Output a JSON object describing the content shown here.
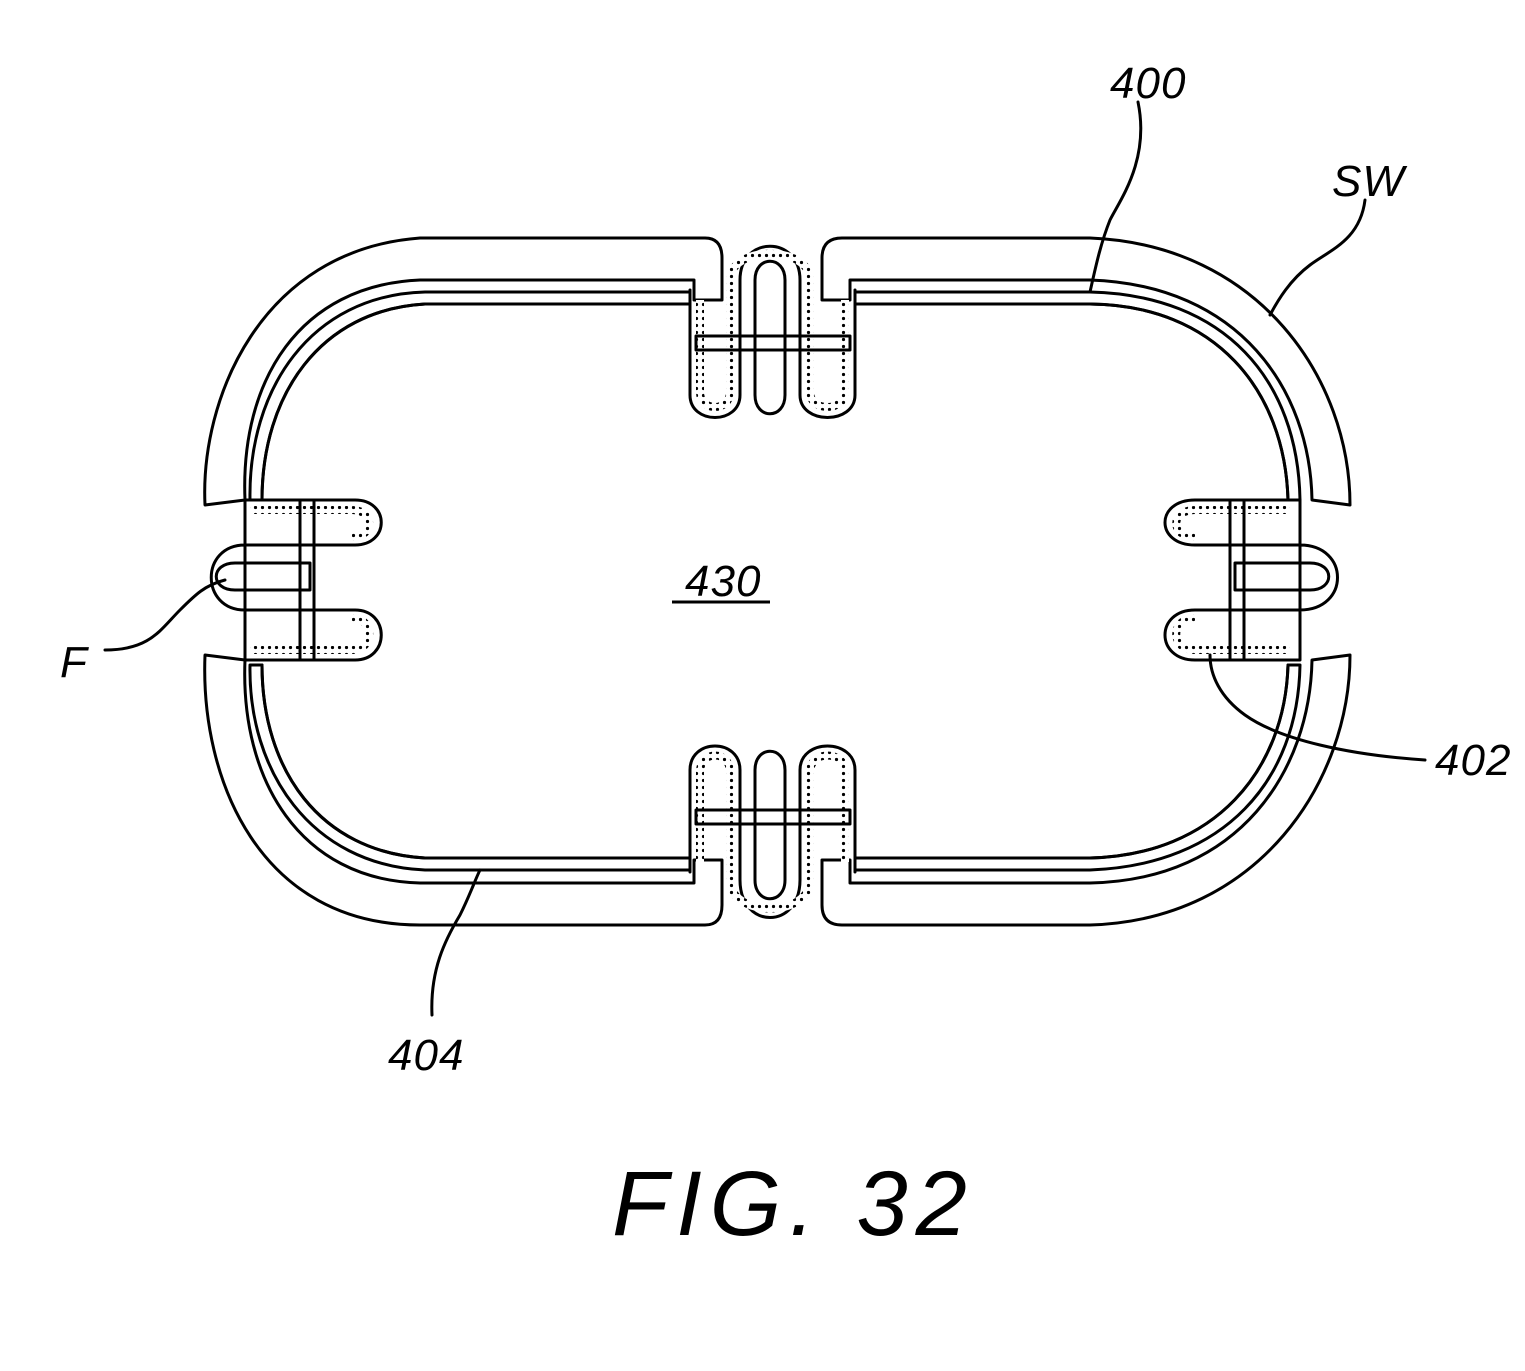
{
  "figure": {
    "caption": "FIG. 32",
    "labels": {
      "stent": "400",
      "sidewall": "SW",
      "lumen": "430",
      "fold": "F",
      "seam": "402",
      "inner_layer": "404"
    }
  }
}
